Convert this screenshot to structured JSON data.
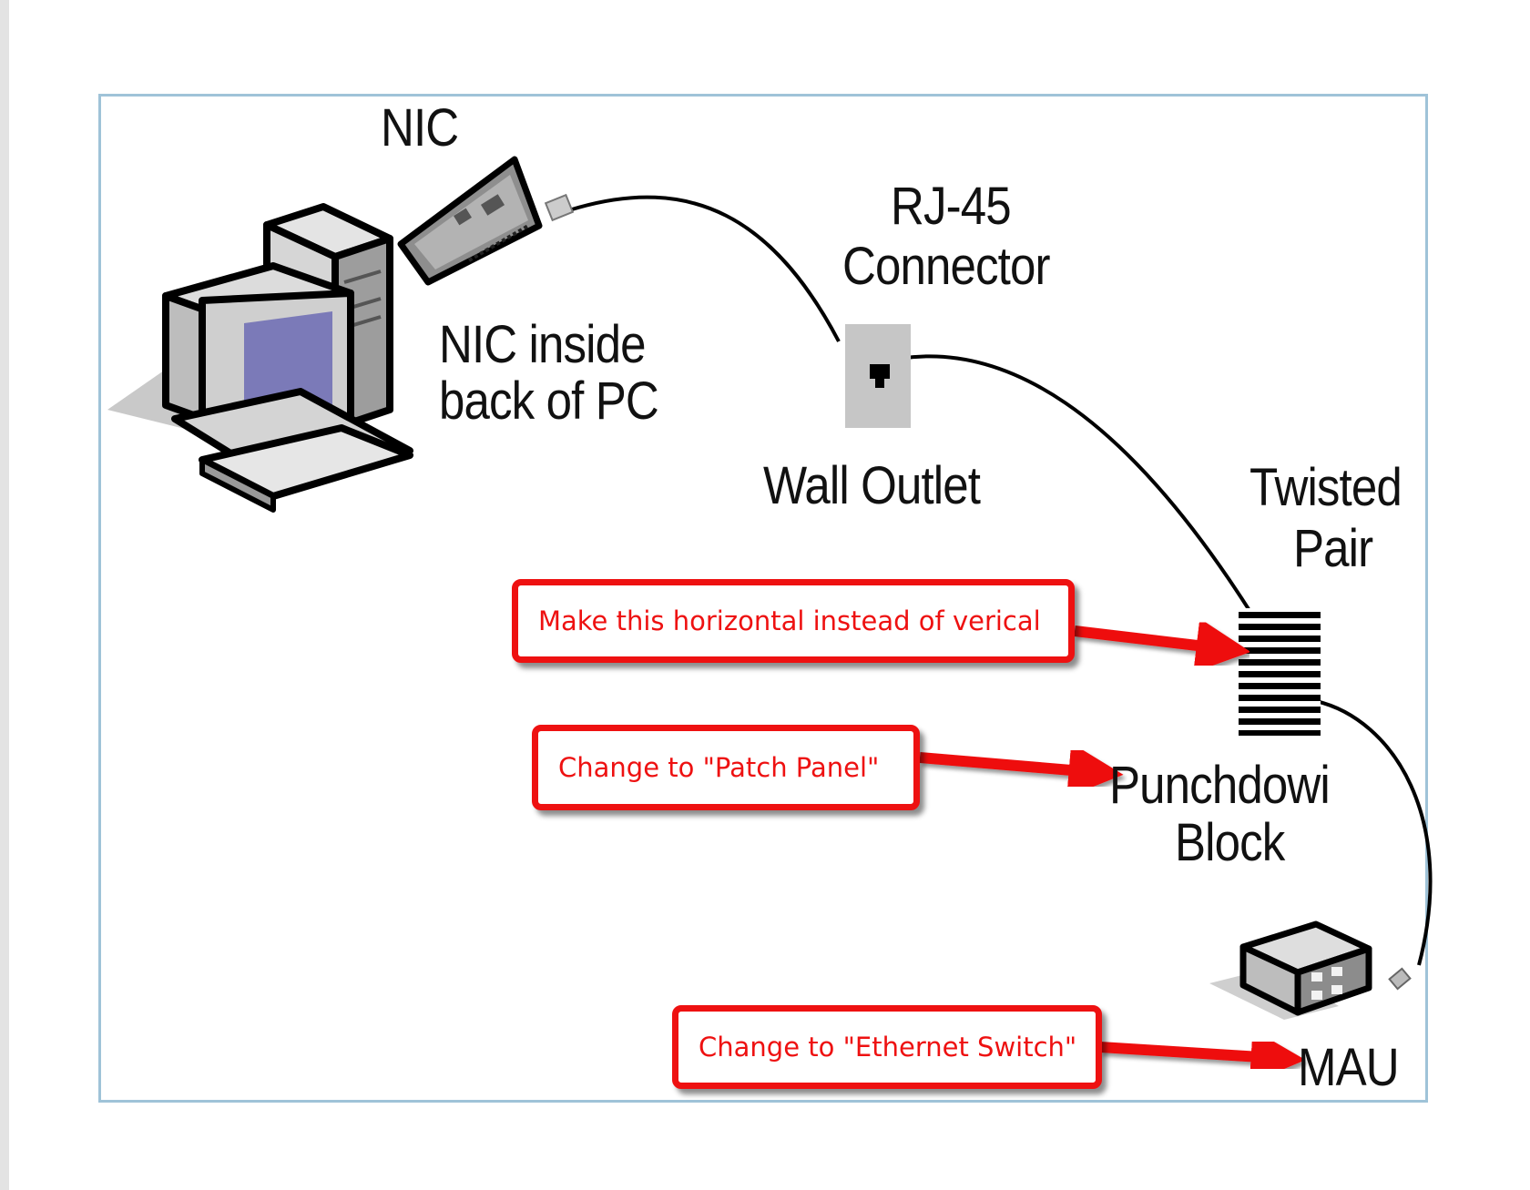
{
  "labels": {
    "nic": "NIC",
    "rj45_line1": "RJ-45",
    "rj45_line2": "Connector",
    "nic_inside_line1": "NIC inside",
    "nic_inside_line2": "back of PC",
    "wall_outlet": "Wall Outlet",
    "twisted_line1": "Twisted",
    "twisted_line2": "Pair",
    "punchdown_line1": "Punchdowi",
    "punchdown_line2": "Block",
    "mau": "MAU"
  },
  "callouts": {
    "horizontal": "Make this horizontal instead of verical",
    "patch_panel": "Change to \"Patch Panel\"",
    "ethernet_switch": "Change to \"Ethernet Switch\""
  },
  "colors": {
    "callout_red": "#ee1111",
    "frame_border": "#9fc3d8",
    "monitor_screen": "#7b7ab8"
  },
  "icons": [
    "desktop-pc-icon",
    "nic-card-icon",
    "rj45-plug-icon",
    "wall-outlet-icon",
    "punchdown-block-icon",
    "mau-hub-icon"
  ]
}
